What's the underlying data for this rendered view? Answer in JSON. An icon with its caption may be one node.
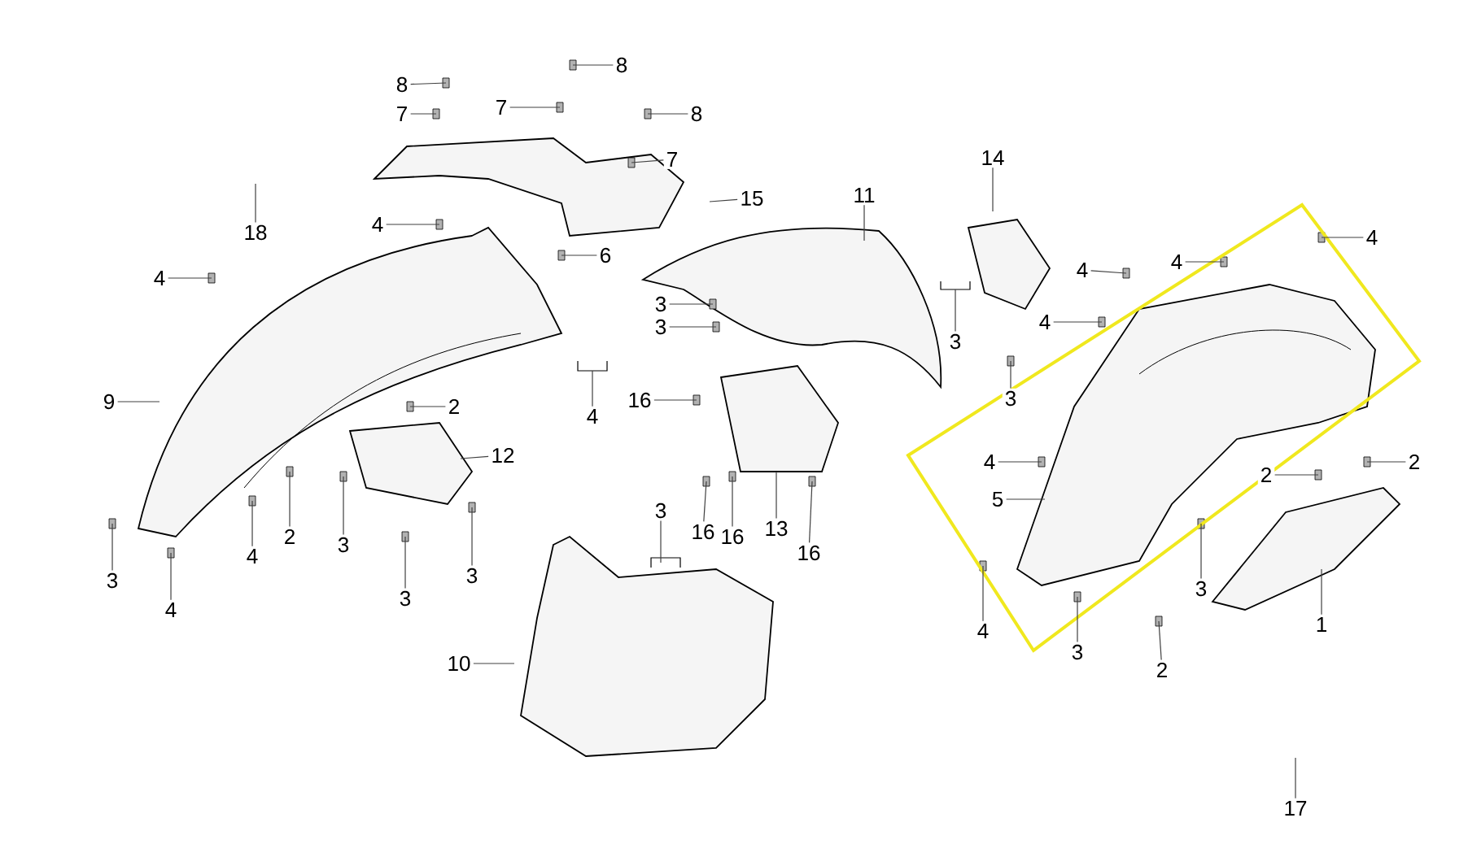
{
  "diagram": {
    "nodes": [
      {
        "text": [
          "8"
        ]
      },
      {
        "text": [
          "7"
        ]
      },
      {
        "text": [
          "8"
        ]
      },
      {
        "text": [
          "7"
        ]
      },
      {
        "text": [
          "8"
        ]
      },
      {
        "text": [
          "7"
        ]
      },
      {
        "text": [
          "15"
        ]
      },
      {
        "text": [
          "18"
        ]
      },
      {
        "text": [
          "4"
        ]
      },
      {
        "text": [
          "6"
        ]
      },
      {
        "text": [
          "4"
        ]
      },
      {
        "text": [
          "3"
        ]
      },
      {
        "text": [
          "3"
        ]
      },
      {
        "text": [
          "11"
        ]
      },
      {
        "text": [
          "14"
        ]
      },
      {
        "text": [
          "3"
        ]
      },
      {
        "text": [
          "4"
        ]
      },
      {
        "text": [
          "4"
        ]
      },
      {
        "text": [
          "4"
        ]
      },
      {
        "text": [
          "4"
        ]
      },
      {
        "text": [
          "3"
        ]
      },
      {
        "text": [
          "4"
        ]
      },
      {
        "text": [
          "9"
        ]
      },
      {
        "text": [
          "2"
        ]
      },
      {
        "text": [
          "12"
        ]
      },
      {
        "text": [
          "16"
        ]
      },
      {
        "text": [
          "4"
        ]
      },
      {
        "text": [
          "5"
        ]
      },
      {
        "text": [
          "2"
        ]
      },
      {
        "text": [
          "2"
        ]
      },
      {
        "text": [
          "2"
        ]
      },
      {
        "text": [
          "3"
        ]
      },
      {
        "text": [
          "4"
        ]
      },
      {
        "text": [
          "16"
        ]
      },
      {
        "text": [
          "16"
        ]
      },
      {
        "text": [
          "13"
        ]
      },
      {
        "text": [
          "16"
        ]
      },
      {
        "text": [
          "3"
        ]
      },
      {
        "text": [
          "3"
        ]
      },
      {
        "text": [
          "3"
        ]
      },
      {
        "text": [
          "3"
        ]
      },
      {
        "text": [
          "4"
        ]
      },
      {
        "text": [
          "10"
        ]
      },
      {
        "text": [
          "3"
        ]
      },
      {
        "text": [
          "1"
        ]
      },
      {
        "text": [
          "4"
        ]
      },
      {
        "text": [
          "3"
        ]
      },
      {
        "text": [
          "2"
        ]
      },
      {
        "text": [
          "17"
        ]
      }
    ],
    "edges": [
      {
        "from": 0,
        "to": null,
        "arrow": "none"
      },
      {
        "from": 1,
        "to": null,
        "arrow": "none"
      },
      {
        "from": 2,
        "to": null,
        "arrow": "none"
      },
      {
        "from": 3,
        "to": null,
        "arrow": "none"
      },
      {
        "from": 4,
        "to": null,
        "arrow": "none"
      },
      {
        "from": 5,
        "to": null,
        "arrow": "none"
      },
      {
        "from": 6,
        "to": null,
        "arrow": "none"
      },
      {
        "from": 7,
        "to": null,
        "arrow": "none"
      },
      {
        "from": 8,
        "to": null,
        "arrow": "none"
      },
      {
        "from": 9,
        "to": null,
        "arrow": "none"
      },
      {
        "from": 10,
        "to": null,
        "arrow": "none"
      },
      {
        "from": 11,
        "to": null,
        "arrow": "none"
      },
      {
        "from": 12,
        "to": null,
        "arrow": "none"
      },
      {
        "from": 13,
        "to": null,
        "arrow": "none"
      },
      {
        "from": 14,
        "to": null,
        "arrow": "none"
      },
      {
        "from": 15,
        "to": null,
        "arrow": "none"
      },
      {
        "from": 16,
        "to": null,
        "arrow": "none"
      },
      {
        "from": 17,
        "to": null,
        "arrow": "none"
      },
      {
        "from": 18,
        "to": null,
        "arrow": "none"
      },
      {
        "from": 19,
        "to": null,
        "arrow": "none"
      },
      {
        "from": 20,
        "to": null,
        "arrow": "none"
      },
      {
        "from": 21,
        "to": null,
        "arrow": "none"
      },
      {
        "from": 22,
        "to": null,
        "arrow": "none"
      },
      {
        "from": 23,
        "to": null,
        "arrow": "none"
      },
      {
        "from": 24,
        "to": null,
        "arrow": "none"
      },
      {
        "from": 25,
        "to": null,
        "arrow": "none"
      },
      {
        "from": 26,
        "to": null,
        "arrow": "none"
      },
      {
        "from": 27,
        "to": null,
        "arrow": "none"
      },
      {
        "from": 28,
        "to": null,
        "arrow": "none"
      },
      {
        "from": 29,
        "to": null,
        "arrow": "none"
      },
      {
        "from": 30,
        "to": null,
        "arrow": "none"
      },
      {
        "from": 31,
        "to": null,
        "arrow": "none"
      },
      {
        "from": 32,
        "to": null,
        "arrow": "none"
      },
      {
        "from": 33,
        "to": null,
        "arrow": "none"
      },
      {
        "from": 34,
        "to": null,
        "arrow": "none"
      },
      {
        "from": 35,
        "to": null,
        "arrow": "none"
      },
      {
        "from": 36,
        "to": null,
        "arrow": "none"
      },
      {
        "from": 37,
        "to": null,
        "arrow": "none"
      },
      {
        "from": 38,
        "to": null,
        "arrow": "none"
      },
      {
        "from": 39,
        "to": null,
        "arrow": "none"
      },
      {
        "from": 40,
        "to": null,
        "arrow": "none"
      },
      {
        "from": 41,
        "to": null,
        "arrow": "none"
      },
      {
        "from": 42,
        "to": null,
        "arrow": "none"
      },
      {
        "from": 43,
        "to": null,
        "arrow": "none"
      },
      {
        "from": 44,
        "to": null,
        "arrow": "none"
      },
      {
        "from": 45,
        "to": null,
        "arrow": "none"
      },
      {
        "from": 46,
        "to": null,
        "arrow": "none"
      },
      {
        "from": 47,
        "to": null,
        "arrow": "none"
      },
      {
        "from": 48,
        "to": null,
        "arrow": "none"
      }
    ]
  }
}
